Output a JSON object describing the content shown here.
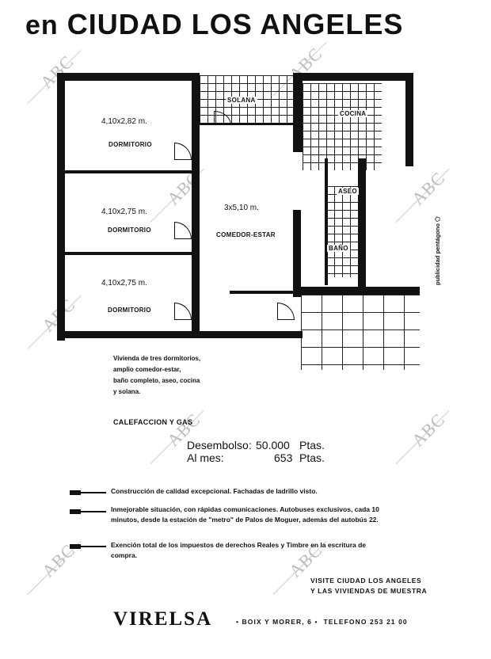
{
  "headline": {
    "prefix": "en",
    "main": "CIUDAD LOS ANGELES"
  },
  "watermark": {
    "text": "ABC",
    "color": "#bbbbbb"
  },
  "floor_plan": {
    "rooms": [
      {
        "id": "dormitorio-1",
        "dimensions": "4,10x2,82 m.",
        "label": "DORMITORIO"
      },
      {
        "id": "dormitorio-2",
        "dimensions": "4,10x2,75 m.",
        "label": "DORMITORIO"
      },
      {
        "id": "dormitorio-3",
        "dimensions": "4,10x2,75 m.",
        "label": "DORMITORIO"
      },
      {
        "id": "comedor-estar",
        "dimensions": "3x5,10 m.",
        "label": "COMEDOR-ESTAR"
      },
      {
        "id": "solana",
        "label": "SOLANA"
      },
      {
        "id": "cocina",
        "label": "COCINA"
      },
      {
        "id": "aseo",
        "label": "ASEO"
      },
      {
        "id": "bano",
        "label": "BAÑO"
      }
    ]
  },
  "description": {
    "lines": [
      "Vivienda de tres dormitorios,",
      "amplio comedor-estar,",
      "baño completo, aseo, cocina",
      "y solana."
    ]
  },
  "heating": "CALEFACCION Y GAS",
  "pricing": {
    "down_payment_label": "Desembolso:",
    "down_payment_value": "50.000",
    "down_payment_unit": "Ptas.",
    "monthly_label": "Al mes:",
    "monthly_value": "653",
    "monthly_unit": "Ptas."
  },
  "features": [
    "Construcción de calidad excepcional. Fachadas de ladrillo visto.",
    "Inmejorable situación, con rápidas comunicaciones. Autobuses exclusivos, cada 10 minutos, desde la estación de \"metro\" de Palos de Moguer, además del autobús 22.",
    "Exención total de los impuestos de derechos Reales y Timbre en la escritura de compra."
  ],
  "call_to_action": {
    "line1": "VISITE CIUDAD LOS ANGELES",
    "line2": "Y LAS VIVIENDAS DE MUESTRA"
  },
  "footer": {
    "brand": "VIRELSA",
    "address": "• BOIX Y MORER, 6 •",
    "phone": "TELEFONO 253 21 00"
  },
  "side_credit": "publicidad pentágono"
}
